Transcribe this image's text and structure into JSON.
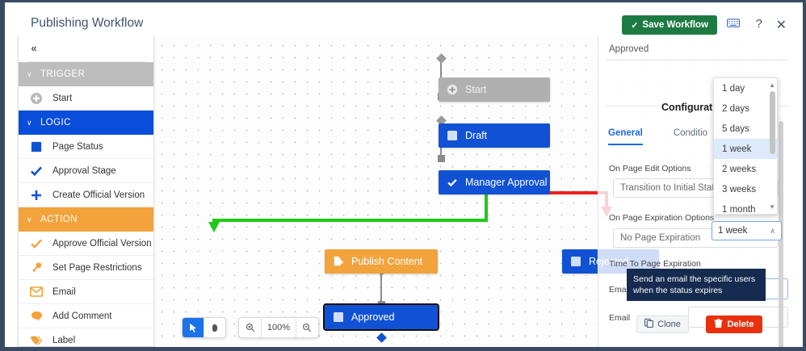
{
  "header": {
    "title": "Publishing Workflow",
    "save_label": "Save Workflow",
    "save_check": "✓",
    "keyboard_icon": "keyboard-icon",
    "help_label": "?",
    "close_label": "✕",
    "save_color": "#1e7a43"
  },
  "sidebar": {
    "collapse_label": "«",
    "groups": [
      {
        "label": "TRIGGER",
        "color": "#bdbdbd",
        "caret": "∨",
        "items": [
          {
            "label": "Start",
            "icon": "plus-circle-icon",
            "color": "#b0b0b0"
          }
        ]
      },
      {
        "label": "LOGIC",
        "color": "#0a4ddb",
        "caret": "∨",
        "items": [
          {
            "label": "Page Status",
            "icon": "blue-square-icon",
            "color": "#1152d4"
          },
          {
            "label": "Approval Stage",
            "icon": "check-icon",
            "color": "#1152d4"
          },
          {
            "label": "Create Official Version",
            "icon": "plus-icon",
            "color": "#1152d4"
          }
        ]
      },
      {
        "label": "ACTION",
        "color": "#f2a33c",
        "caret": "∨",
        "items": [
          {
            "label": "Approve Official Version",
            "icon": "check-icon",
            "color": "#f2a33c"
          },
          {
            "label": "Set Page Restrictions",
            "icon": "key-icon",
            "color": "#f2a33c"
          },
          {
            "label": "Email",
            "icon": "envelope-icon",
            "color": "#f2a33c"
          },
          {
            "label": "Add Comment",
            "icon": "comment-icon",
            "color": "#f2a33c"
          },
          {
            "label": "Label",
            "icon": "tag-icon",
            "color": "#f2a33c"
          }
        ]
      }
    ]
  },
  "canvas": {
    "nodes": [
      {
        "label": "Start",
        "icon": "plus-circle-icon",
        "style": "gray"
      },
      {
        "label": "Draft",
        "icon": "square-icon",
        "style": "blue"
      },
      {
        "label": "Manager Approval",
        "icon": "check-icon",
        "style": "blue"
      },
      {
        "label": "Publish Content",
        "icon": "publish-icon",
        "style": "orange"
      },
      {
        "label": "Approved",
        "icon": "square-icon",
        "style": "blue",
        "selected": true
      },
      {
        "label": "Rejected",
        "icon": "square-icon",
        "style": "blue"
      }
    ],
    "connector_approve_color": "#20c919",
    "connector_reject_color": "#ef2020"
  },
  "toolbar": {
    "select_icon": "cursor-icon",
    "pan_icon": "hand-icon",
    "zoom_in_icon": "zoom-in-icon",
    "zoom_out_icon": "zoom-out-icon",
    "zoom_level": "100%"
  },
  "panel": {
    "node_name": "Approved",
    "config_title": "Configuration",
    "tabs": [
      {
        "label": "General",
        "active": true
      },
      {
        "label": "Conditio",
        "active": false
      }
    ],
    "fields": [
      {
        "label": "On Page Edit Options",
        "value": "Transition to Initial Status"
      },
      {
        "label": "On Page Expiration Options",
        "value": "No Page Expiration"
      },
      {
        "label": "Time To Page Expiration",
        "value": "1 week"
      },
      {
        "label": "Email on Expire",
        "value": ""
      },
      {
        "label": "Email",
        "value": ""
      }
    ],
    "dropdown": {
      "options": [
        "1 day",
        "2 days",
        "5 days",
        "1 week",
        "2 weeks",
        "3 weeks",
        "1 month"
      ],
      "selected": "1 week",
      "up_arrow": "▲",
      "down_arrow": "▼",
      "collapse_caret": "∧"
    },
    "tooltip": "Send an email the specific users when the status expires",
    "clone_label": "Clone",
    "delete_label": "Delete",
    "delete_color": "#e8300f"
  }
}
